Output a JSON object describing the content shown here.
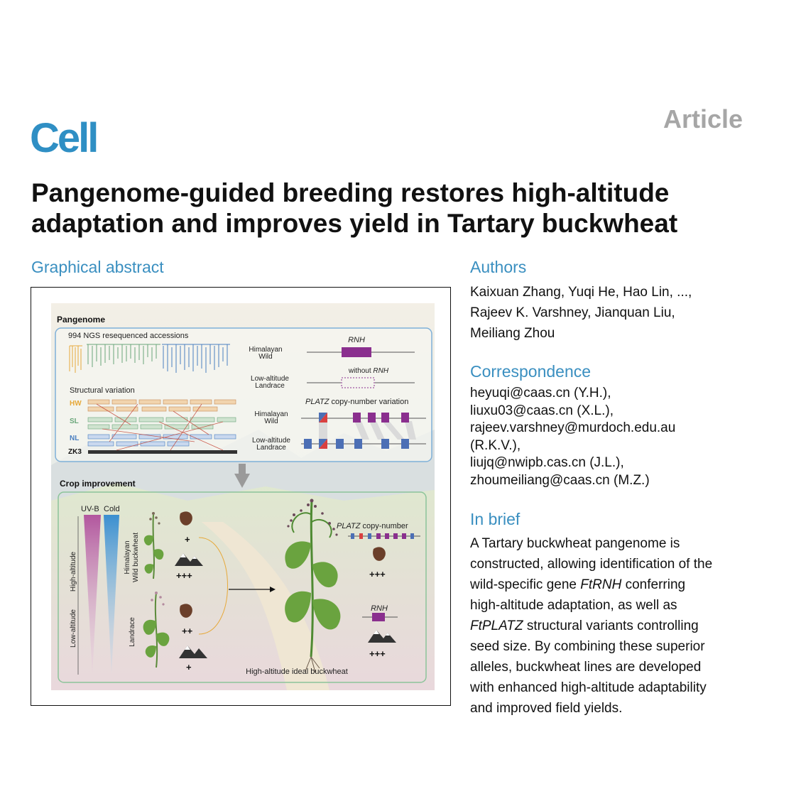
{
  "journal": "Cell",
  "article_type": "Article",
  "title_lines": [
    "Pangenome-guided breeding restores high-altitude",
    "adaptation and improves yield in Tartary buckwheat"
  ],
  "sections": {
    "graphical_abstract": "Graphical abstract",
    "authors": "Authors",
    "correspondence": "Correspondence",
    "in_brief": "In brief"
  },
  "authors_lines": [
    "Kaixuan Zhang, Yuqi He, Hao Lin, ...,",
    "Rajeev K. Varshney, Jianquan Liu,",
    "Meiliang Zhou"
  ],
  "correspondence_lines": [
    "heyuqi@caas.cn (Y.H.),",
    "liuxu03@caas.cn (X.L.),",
    "rajeev.varshney@murdoch.edu.au",
    "(R.K.V.),",
    "liujq@nwipb.cas.cn (J.L.),",
    "zhoumeiliang@caas.cn (M.Z.)"
  ],
  "in_brief": {
    "l1": "A Tartary buckwheat pangenome is",
    "l2": "constructed, allowing identification of the",
    "l3a": "wild-specific gene ",
    "l3b": "FtRNH",
    "l3c": " conferring",
    "l4": "high-altitude adaptation, as well as",
    "l5a": "FtPLATZ",
    "l5b": " structural variants controlling",
    "l6": "seed size. By combining these superior",
    "l7": "alleles, buckwheat lines are developed",
    "l8": "with enhanced high-altitude adaptability",
    "l9": "and improved field yields."
  },
  "abstract_figure": {
    "pangenome_label": "Pangenome",
    "ngs_label": "994 NGS resequenced accessions",
    "sv_label": "Structural variation",
    "groups": [
      "HW",
      "SL",
      "NL",
      "ZK3"
    ],
    "himalayan": "Himalayan",
    "wild": "Wild",
    "low_altitude": "Low-altitude",
    "landrace": "Landrace",
    "rnh": "RNH",
    "without": "without ",
    "platz": "PLATZ",
    "cnv": " copy-number variation",
    "crop_label": "Crop improvement",
    "uvb": "UV-B",
    "cold": "Cold",
    "high_altitude": "High-altitude",
    "low_altitude_axis": "Low-altitude",
    "himalayan_wild_buckwheat_1": "Himalayan",
    "himalayan_wild_buckwheat_2": "Wild buckwheat",
    "landrace_vertical": "Landrace",
    "platz_copy": " copy-number",
    "plus1": "+",
    "plus2": "++",
    "plus3": "+++",
    "ideal": "High-altitude ideal buckwheat",
    "colors": {
      "hw": "#e6a93a",
      "sl": "#6aa67a",
      "nl": "#4a7fc0",
      "zk3": "#222222",
      "rnh_purple": "#8a2f8e",
      "platz_blue": "#4c6fb5",
      "platz_red": "#d94040",
      "panel_border": "#7fb0d8",
      "crop_border": "#8cc49a"
    }
  }
}
